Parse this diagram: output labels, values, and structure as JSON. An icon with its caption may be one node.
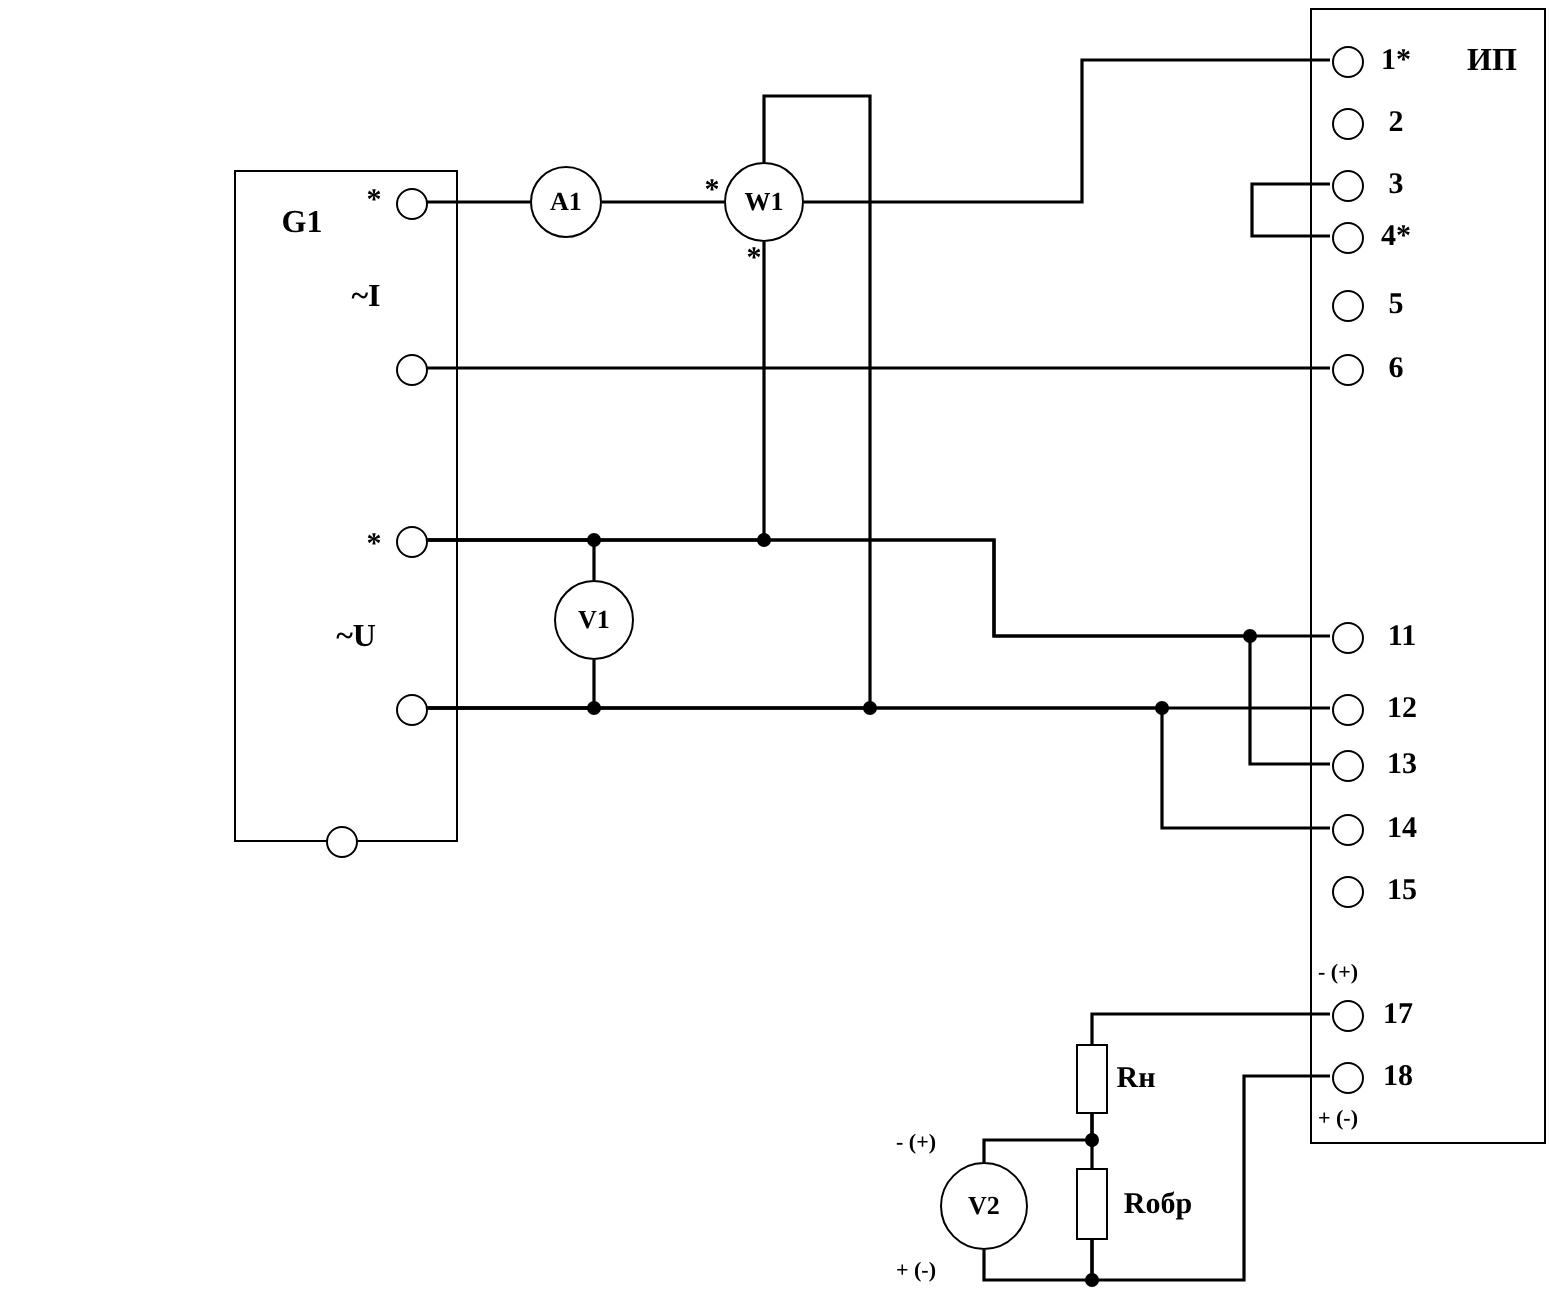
{
  "diagram": {
    "nodes": [
      {
        "text": [
          "G1",
          "~I",
          "~U"
        ]
      },
      {
        "text": [],
        "shape": "circle",
        "in": 0,
        "beside": [
          "*"
        ]
      },
      {
        "text": [],
        "shape": "circle",
        "in": 0
      },
      {
        "text": [],
        "shape": "circle",
        "in": 0,
        "beside": [
          "*"
        ]
      },
      {
        "text": [],
        "shape": "circle",
        "in": 0
      },
      {
        "text": [],
        "shape": "circle",
        "in": 0
      },
      {
        "text": [
          "A1"
        ]
      },
      {
        "text": [
          "W1"
        ],
        "beside": [
          "*",
          "*"
        ]
      },
      {
        "text": [
          "V1"
        ]
      },
      {
        "text": [
          "ИП"
        ]
      },
      {
        "text": [],
        "shape": "circle",
        "in": 9,
        "beside": [
          "1*"
        ]
      },
      {
        "text": [],
        "shape": "circle",
        "in": 9,
        "beside": [
          "2"
        ]
      },
      {
        "text": [],
        "shape": "circle",
        "in": 9,
        "beside": [
          "3"
        ]
      },
      {
        "text": [],
        "shape": "circle",
        "in": 9,
        "beside": [
          "4*"
        ]
      },
      {
        "text": [],
        "shape": "circle",
        "in": 9,
        "beside": [
          "5"
        ]
      },
      {
        "text": [],
        "shape": "circle",
        "in": 9,
        "beside": [
          "6"
        ]
      },
      {
        "text": [],
        "shape": "circle",
        "in": 9,
        "beside": [
          "11"
        ]
      },
      {
        "text": [],
        "shape": "circle",
        "in": 9,
        "beside": [
          "12"
        ]
      },
      {
        "text": [],
        "shape": "circle",
        "in": 9,
        "beside": [
          "13"
        ]
      },
      {
        "text": [],
        "shape": "circle",
        "in": 9,
        "beside": [
          "14"
        ]
      },
      {
        "text": [],
        "shape": "circle",
        "in": 9,
        "beside": [
          "15"
        ]
      },
      {
        "text": [],
        "shape": "circle",
        "in": 9,
        "beside": [
          "- (+)",
          "17"
        ]
      },
      {
        "text": [],
        "shape": "circle",
        "in": 9,
        "beside": [
          "18",
          "+ (-)"
        ]
      },
      {
        "text": [],
        "shape": "box",
        "beside": [
          "Rн"
        ]
      },
      {
        "text": [],
        "shape": "box",
        "beside": [
          "Rобр"
        ]
      },
      {
        "text": [
          "V2"
        ],
        "beside": [
          "- (+)",
          "+ (-)"
        ]
      }
    ],
    "edges": [
      {
        "from": 1,
        "to": 6,
        "arrow": "none"
      },
      {
        "from": 6,
        "to": 7,
        "arrow": "none"
      },
      {
        "from": 7,
        "to": 10,
        "arrow": "none"
      },
      {
        "from": 2,
        "to": 15,
        "arrow": "none"
      },
      {
        "from": 12,
        "to": 13,
        "arrow": "none"
      },
      {
        "from": 3,
        "to": 8,
        "arrow": "none"
      },
      {
        "from": 3,
        "to": 7,
        "arrow": "none"
      },
      {
        "from": 3,
        "to": 16,
        "arrow": "none"
      },
      {
        "from": 3,
        "to": 18,
        "arrow": "none"
      },
      {
        "from": 4,
        "to": 8,
        "arrow": "none"
      },
      {
        "from": 4,
        "to": 7,
        "arrow": "none"
      },
      {
        "from": 4,
        "to": 17,
        "arrow": "none"
      },
      {
        "from": 4,
        "to": 19,
        "arrow": "none"
      },
      {
        "from": 21,
        "to": 23,
        "arrow": "none"
      },
      {
        "from": 23,
        "to": 24,
        "arrow": "none"
      },
      {
        "from": 23,
        "to": 25,
        "arrow": "none"
      },
      {
        "from": 24,
        "to": 25,
        "arrow": "none"
      },
      {
        "from": 24,
        "to": 22,
        "arrow": "none"
      }
    ]
  }
}
